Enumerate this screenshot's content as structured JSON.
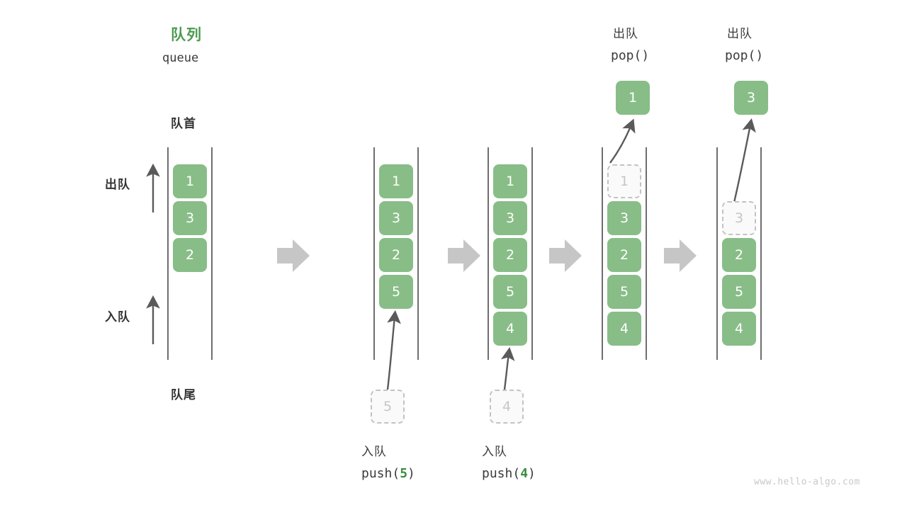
{
  "diagram": {
    "title_cn": "队列",
    "title_en": "queue",
    "head_label": "队首",
    "tail_label": "队尾",
    "dequeue_label": "出队",
    "enqueue_label": "入队",
    "watermark": "www.hello-algo.com",
    "accent_green": "#88bd87",
    "title_green": "#4e9a51",
    "arg_green": "#3c8c3f",
    "ghost_gray": "#c6c6c6",
    "rail_gray": "#4a4a4a",
    "connector_gray": "#c6c6c6"
  },
  "stages": [
    {
      "id": "initial",
      "caption_cn": "",
      "caption_code_prefix": "",
      "caption_code_arg": "",
      "caption_code_suffix": "",
      "cells": [
        {
          "value": "1",
          "ghost": false
        },
        {
          "value": "3",
          "ghost": false
        },
        {
          "value": "2",
          "ghost": false
        }
      ]
    },
    {
      "id": "push-5",
      "caption_cn": "入队",
      "caption_code_prefix": "push(",
      "caption_code_arg": "5",
      "caption_code_suffix": ")",
      "incoming_value": "5",
      "cells": [
        {
          "value": "1",
          "ghost": false
        },
        {
          "value": "3",
          "ghost": false
        },
        {
          "value": "2",
          "ghost": false
        },
        {
          "value": "5",
          "ghost": false
        }
      ]
    },
    {
      "id": "push-4",
      "caption_cn": "入队",
      "caption_code_prefix": "push(",
      "caption_code_arg": "4",
      "caption_code_suffix": ")",
      "incoming_value": "4",
      "cells": [
        {
          "value": "1",
          "ghost": false
        },
        {
          "value": "3",
          "ghost": false
        },
        {
          "value": "2",
          "ghost": false
        },
        {
          "value": "5",
          "ghost": false
        },
        {
          "value": "4",
          "ghost": false
        }
      ]
    },
    {
      "id": "pop-1",
      "caption_cn": "出队",
      "caption_code_prefix": "pop(",
      "caption_code_arg": "",
      "caption_code_suffix": ")",
      "popped_value": "1",
      "cells": [
        {
          "value": "1",
          "ghost": true
        },
        {
          "value": "3",
          "ghost": false
        },
        {
          "value": "2",
          "ghost": false
        },
        {
          "value": "5",
          "ghost": false
        },
        {
          "value": "4",
          "ghost": false
        }
      ]
    },
    {
      "id": "pop-3",
      "caption_cn": "出队",
      "caption_code_prefix": "pop(",
      "caption_code_arg": "",
      "caption_code_suffix": ")",
      "popped_value": "3",
      "cells": [
        {
          "value": "3",
          "ghost": true
        },
        {
          "value": "2",
          "ghost": false
        },
        {
          "value": "5",
          "ghost": false
        },
        {
          "value": "4",
          "ghost": false
        }
      ]
    }
  ]
}
